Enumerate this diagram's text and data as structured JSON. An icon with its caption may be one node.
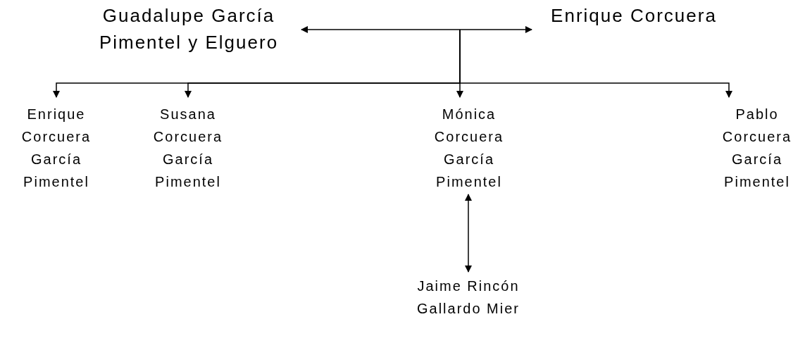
{
  "diagram": {
    "nodes": [
      {
        "text": [
          "Guadalupe García Pimentel y Elguero"
        ]
      },
      {
        "text": [
          "Enrique Corcuera"
        ]
      },
      {
        "text": [
          "Enrique Corcuera García Pimentel"
        ]
      },
      {
        "text": [
          "Susana Corcuera García Pimentel"
        ]
      },
      {
        "text": [
          "Mónica Corcuera García Pimentel"
        ]
      },
      {
        "text": [
          "Pablo Corcuera García Pimentel"
        ]
      },
      {
        "text": [
          "Jaime Rincón Gallardo Mier"
        ]
      }
    ],
    "edges": [
      {
        "from": 0,
        "to": 1,
        "arrow": "both"
      },
      {
        "from": null,
        "to": 2,
        "arrow": "to"
      },
      {
        "from": null,
        "to": 3,
        "arrow": "to"
      },
      {
        "from": null,
        "to": 4,
        "arrow": "to"
      },
      {
        "from": null,
        "to": 5,
        "arrow": "to"
      },
      {
        "from": 4,
        "to": 6,
        "arrow": "both"
      }
    ]
  }
}
